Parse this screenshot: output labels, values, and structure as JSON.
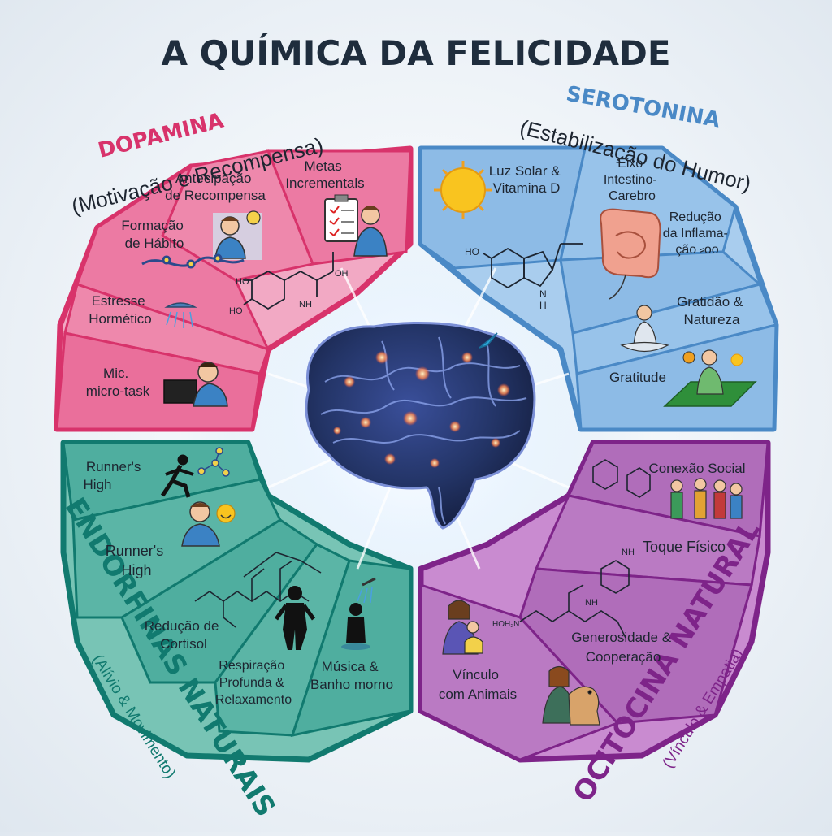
{
  "title": "A QUÍMICA DA FELICIDADE",
  "colors": {
    "dopamina": "#e64a7c",
    "serotonina": "#5a9ad2",
    "endorfinas": "#1f9487",
    "ocitocina": "#93309a",
    "title": "#1f2d3d"
  },
  "dopamina": {
    "name": "DOPAMINA",
    "subtitle": "(Motivação e Recompensa)",
    "items": {
      "metas": [
        "Metas",
        "Incrementals"
      ],
      "antecipacao": [
        "Antecipação",
        "de Recompensa"
      ],
      "formacao": [
        "Formação",
        "de Hábito"
      ],
      "estresse": [
        "Estresse",
        "Hormético"
      ],
      "micro": [
        "Mic.",
        "micro-task"
      ]
    },
    "molecule": {
      "ho1": "HO",
      "ho2": "HO",
      "oh": "OH",
      "nh": "NH"
    }
  },
  "serotonina": {
    "name": "SEROTONINA",
    "subtitle": "(Estabilização do Humor)",
    "items": {
      "luz": [
        "Luz Solar &",
        "Vitamina D"
      ],
      "eixo": [
        "Eixo",
        "Intestino-",
        "Carebro"
      ],
      "reducao": [
        "Redução",
        "da Inflama-",
        "ção ⸗oo"
      ],
      "gratidao_natureza": [
        "Gratidão &",
        "Natureza"
      ],
      "gratitude": [
        "Gratitude"
      ]
    },
    "molecule": {
      "ho": "HO",
      "n": "N",
      "h": "H"
    }
  },
  "endorfinas": {
    "name": "ENDORFINAS NATURAIS",
    "subtitle": "(Alívio & Movimento)",
    "items": {
      "runners1": [
        "Runner's",
        "High"
      ],
      "runners2": [
        "Runner's",
        "High"
      ],
      "cortisol": [
        "Redução de",
        "Cortisol"
      ],
      "respiracao": [
        "Respiração",
        "Profunda &",
        "Relaxamento"
      ],
      "musica": [
        "Música &",
        "Banho morno"
      ]
    }
  },
  "ocitocina": {
    "name": "OCITOCINA NATURAL",
    "subtitle": "(Vínculo & Empatia)",
    "items": {
      "conexao": [
        "Conexão Social"
      ],
      "toque": [
        "Toque Físico"
      ],
      "generosidade": [
        "Generosidade &",
        "Cooperação"
      ],
      "vinculo": [
        "Vínculo",
        "com Animais"
      ]
    },
    "molecule": {
      "nh1": "NH",
      "nh2": "NH",
      "hoh": "HOH₂N"
    }
  },
  "icons": [
    "brain-icon",
    "sun-icon",
    "gut-icon",
    "meditation-icon",
    "runner-icon",
    "shower-icon",
    "person-icon",
    "clipboard-icon",
    "family-icon",
    "dog-icon"
  ]
}
